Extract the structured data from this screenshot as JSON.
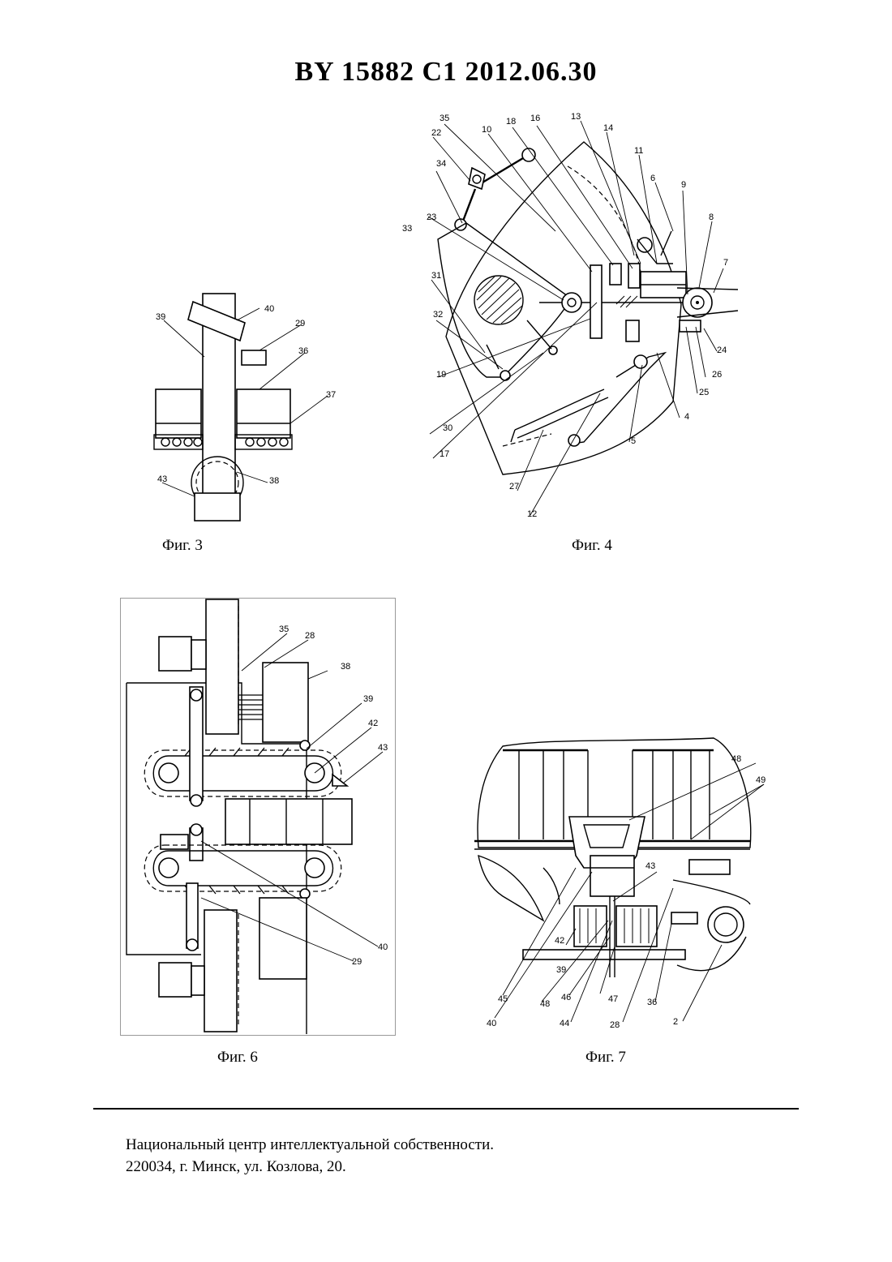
{
  "header": {
    "doc_title": "BY  15882  C1  2012.06.30"
  },
  "figures": {
    "fig3": {
      "caption": "Фиг. 3",
      "labels": {
        "l39": "39",
        "l40": "40",
        "l29": "29",
        "l36": "36",
        "l37": "37",
        "l43": "43",
        "l38": "38"
      }
    },
    "fig4": {
      "caption": "Фиг. 4",
      "labels": {
        "l35": "35",
        "l10": "10",
        "l18": "18",
        "l16": "16",
        "l13": "13",
        "l14": "14",
        "l22": "22",
        "l11": "11",
        "l6": "6",
        "l9": "9",
        "l34": "34",
        "l8": "8",
        "l23": "23",
        "l7": "7",
        "l33": "33",
        "l31": "31",
        "l32": "32",
        "l24": "24",
        "l26": "26",
        "l25": "25",
        "l19": "19",
        "l4": "4",
        "l30": "30",
        "l5": "5",
        "l17": "17",
        "l27": "27",
        "l12": "12"
      }
    },
    "fig6": {
      "caption": "Фиг. 6",
      "labels": {
        "l35": "35",
        "l28": "28",
        "l38": "38",
        "l39": "39",
        "l42": "42",
        "l43": "43",
        "l40": "40",
        "l29": "29"
      }
    },
    "fig7": {
      "caption": "Фиг. 7",
      "labels": {
        "l48a": "48",
        "l49": "49",
        "l43": "43",
        "l42": "42",
        "l39": "39",
        "l45": "45",
        "l40": "40",
        "l48b": "48",
        "l46": "46",
        "l44": "44",
        "l47": "47",
        "l28": "28",
        "l36": "36",
        "l2": "2"
      }
    }
  },
  "footer": {
    "line1": "Национальный центр интеллектуальной собственности.",
    "line2": "220034, г. Минск, ул. Козлова, 20."
  }
}
